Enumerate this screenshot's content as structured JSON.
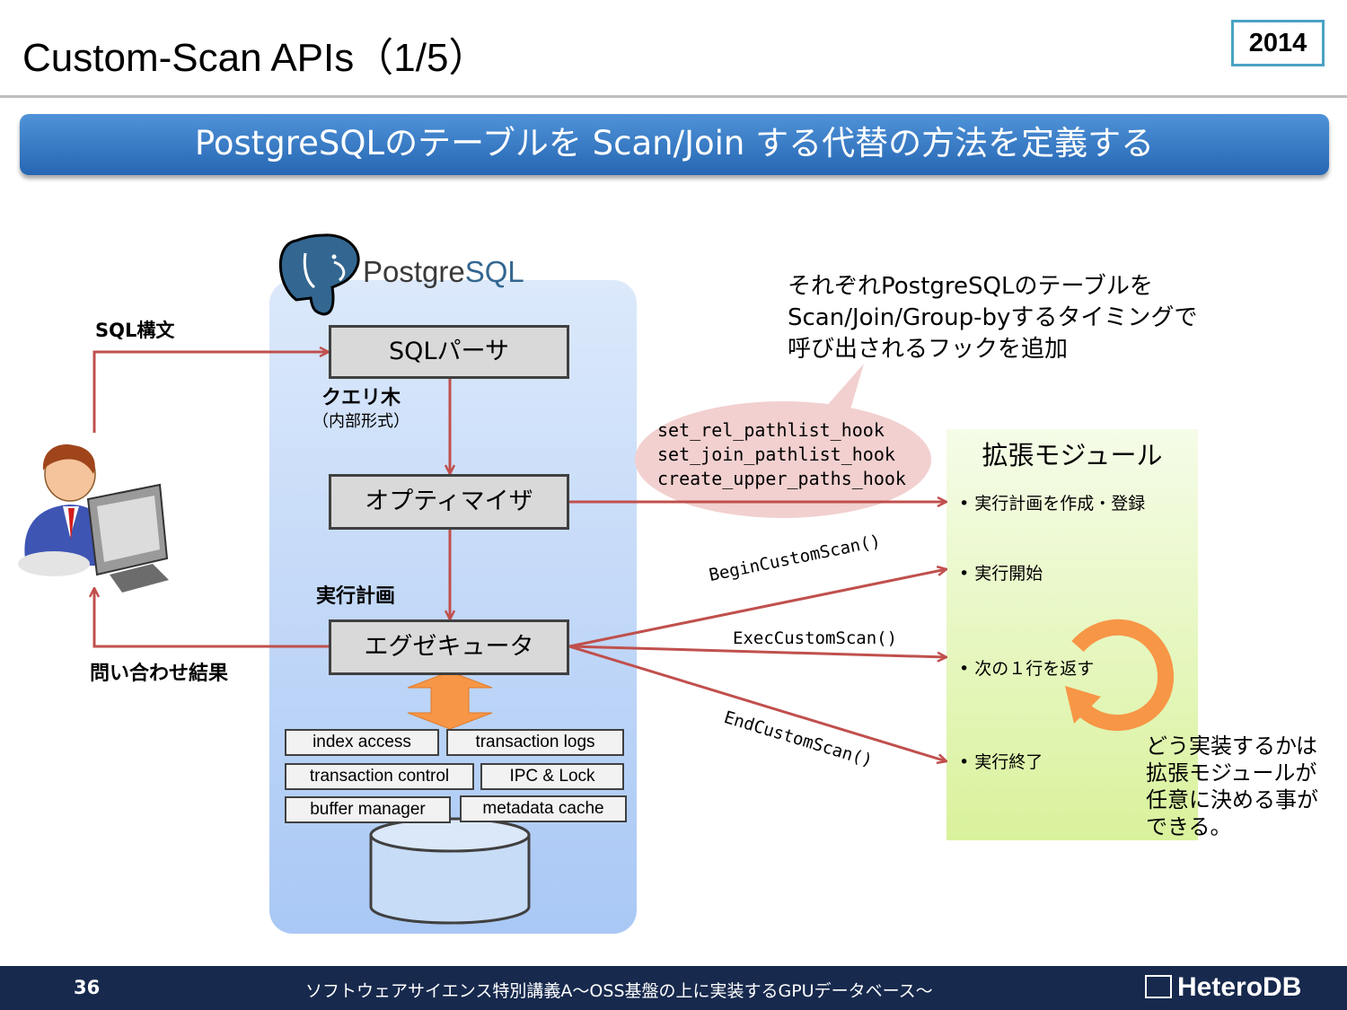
{
  "slide": {
    "title": "Custom-Scan APIs（1/5）",
    "year": "2014",
    "banner": "PostgreSQLのテーブルを Scan/Join する代替の方法を定義する"
  },
  "postgres": {
    "logo_prefix": "Postgre",
    "logo_suffix": "SQL",
    "stages": {
      "parser": "SQLパーサ",
      "optimizer": "オプティマイザ",
      "executor": "エグゼキュータ"
    },
    "labels": {
      "query_tree": "クエリ木",
      "internal_format": "（内部形式）",
      "plan": "実行計画"
    },
    "components": [
      "index access",
      "transaction logs",
      "transaction control",
      "IPC & Lock",
      "buffer manager",
      "metadata cache"
    ]
  },
  "client": {
    "input_label": "SQL構文",
    "result_label": "問い合わせ結果"
  },
  "callout": {
    "lines": [
      "それぞれPostgreSQLのテーブルを",
      "Scan/Join/Group-byするタイミングで",
      "呼び出されるフックを追加"
    ]
  },
  "hooks": [
    "set_rel_pathlist_hook",
    "set_join_pathlist_hook",
    "create_upper_paths_hook"
  ],
  "api_calls": {
    "begin": "BeginCustomScan()",
    "exec": "ExecCustomScan()",
    "end": "EndCustomScan()"
  },
  "extension": {
    "title": "拡張モジュール",
    "items": [
      "• 実行計画を作成・登録",
      "• 実行開始",
      "• 次の１行を返す",
      "• 実行終了"
    ]
  },
  "note": {
    "lines": [
      "どう実装するかは",
      "拡張モジュールが",
      "任意に決める事が",
      "できる。"
    ]
  },
  "footer": {
    "page": "36",
    "title": "ソフトウェアサイエンス特別講義A～OSS基盤の上に実装するGPUデータベース～",
    "logo": "HeteroDB"
  },
  "colors": {
    "banner": "#2f73c0",
    "arrow": "#c0504d",
    "pg_panel": "#c6daf8",
    "ext_panel": "#e3f5b8",
    "footer": "#17294d",
    "cycle": "#f79646",
    "callout_bubble": "#f2d0d0"
  }
}
